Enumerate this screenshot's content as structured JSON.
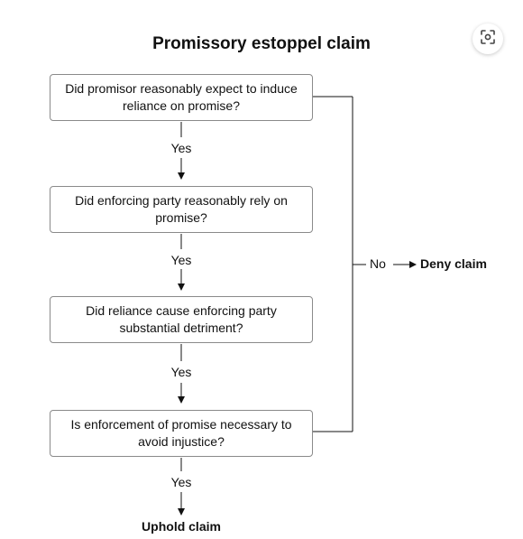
{
  "title": "Promissory estoppel claim",
  "questions": [
    "Did promisor reasonably expect to induce reliance on promise?",
    "Did enforcing party reasonably rely on promise?",
    "Did reliance cause enforcing party substantial detriment?",
    "Is enforcement of promise necessary to avoid injustice?"
  ],
  "yes_label": "Yes",
  "no_label": "No",
  "outcomes": {
    "negative": "Deny claim",
    "positive": "Uphold claim"
  },
  "icons": {
    "lens": "visual-search-icon"
  },
  "colors": {
    "line": "#111111",
    "box_border": "#8a8a8a"
  }
}
